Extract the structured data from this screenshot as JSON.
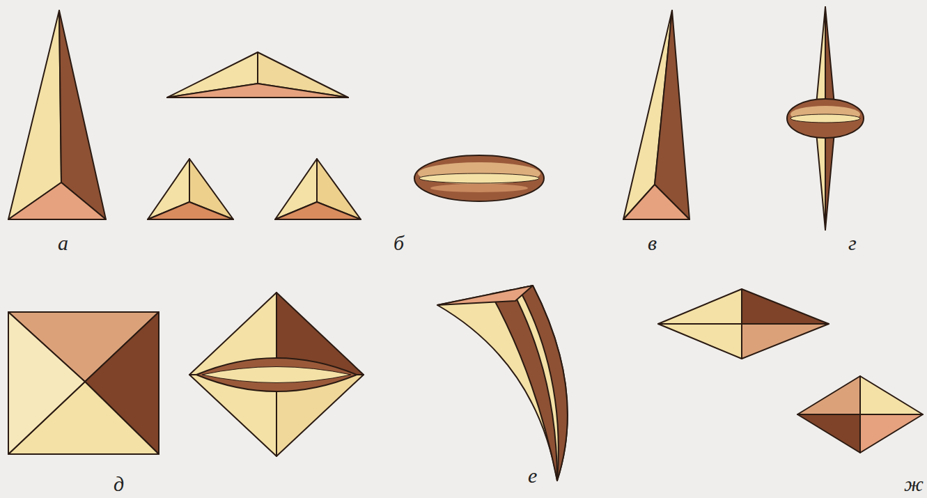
{
  "diagram": {
    "labels": [
      "а",
      "б",
      "в",
      "г",
      "д",
      "е",
      "ж"
    ]
  }
}
